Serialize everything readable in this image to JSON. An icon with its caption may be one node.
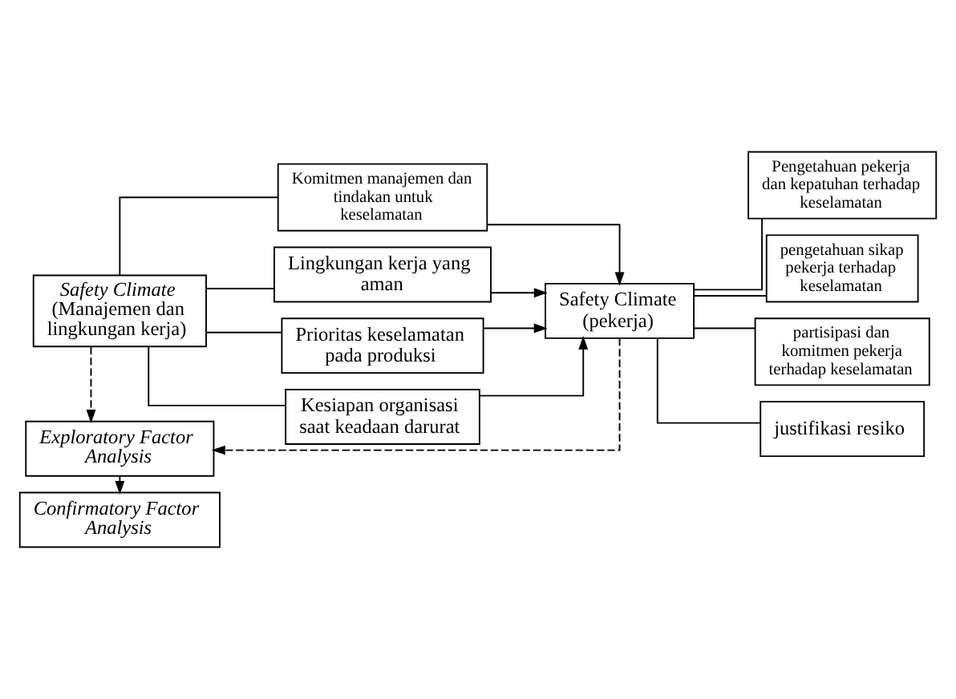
{
  "diagram": {
    "nodes": [
      {
        "text": [
          "Safety Climate",
          "(Manajemen dan lingkungan kerja)"
        ]
      },
      {
        "text": [
          "Komitmen manajemen dan tindakan untuk keselamatan"
        ]
      },
      {
        "text": [
          "Lingkungan kerja yang aman"
        ]
      },
      {
        "text": [
          "Prioritas keselamatan pada produksi"
        ]
      },
      {
        "text": [
          "Kesiapan organisasi saat keadaan darurat"
        ]
      },
      {
        "text": [
          "Safety Climate (pekerja)"
        ]
      },
      {
        "text": [
          "Pengetahuan pekerja dan kepatuhan terhadap keselamatan"
        ]
      },
      {
        "text": [
          "pengetahuan sikap pekerja terhadap keselamatan"
        ]
      },
      {
        "text": [
          "partisipasi dan komitmen pekerja terhadap keselamatan"
        ]
      },
      {
        "text": [
          "justifikasi resiko"
        ]
      },
      {
        "text": [
          "Exploratory Factor Analysis"
        ]
      },
      {
        "text": [
          "Confirmatory Factor Analysis"
        ]
      }
    ],
    "edges": [
      {
        "from": 0,
        "to": 1,
        "arrow": "none"
      },
      {
        "from": 0,
        "to": 2,
        "arrow": "none"
      },
      {
        "from": 0,
        "to": 3,
        "arrow": "none"
      },
      {
        "from": 0,
        "to": 4,
        "arrow": "none"
      },
      {
        "from": 1,
        "to": 5,
        "arrow": "to"
      },
      {
        "from": 2,
        "to": 5,
        "arrow": "to"
      },
      {
        "from": 3,
        "to": 5,
        "arrow": "to"
      },
      {
        "from": 4,
        "to": 5,
        "arrow": "to"
      },
      {
        "from": 5,
        "to": 6,
        "arrow": "none"
      },
      {
        "from": 5,
        "to": 7,
        "arrow": "none"
      },
      {
        "from": 5,
        "to": 8,
        "arrow": "none"
      },
      {
        "from": 5,
        "to": 9,
        "arrow": "none"
      },
      {
        "from": 0,
        "to": 10,
        "arrow": "to",
        "style": "dashed"
      },
      {
        "from": 5,
        "to": 10,
        "arrow": "to",
        "style": "dashed"
      },
      {
        "from": 10,
        "to": 11,
        "arrow": "to",
        "style": "dashed"
      }
    ]
  }
}
